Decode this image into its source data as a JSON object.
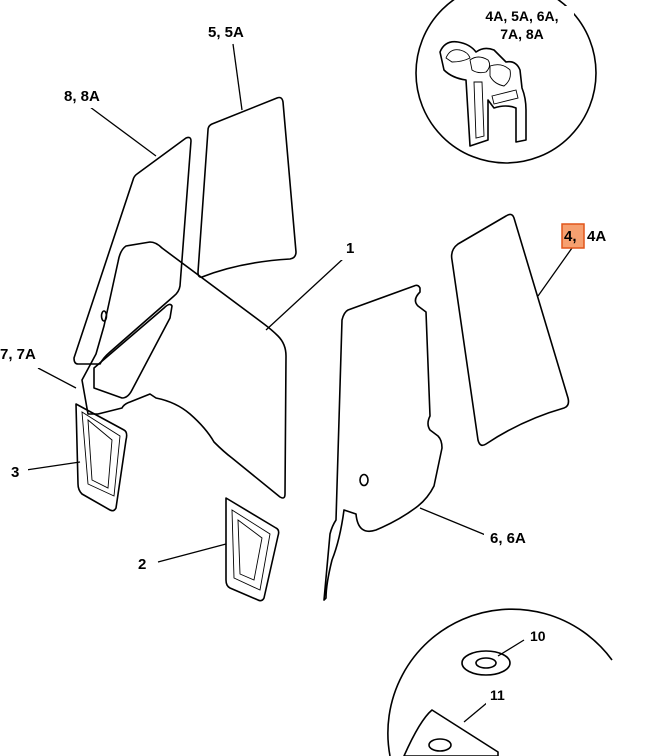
{
  "labels": {
    "top_inset": [
      "4A, 5A, 6A,",
      "7A, 8A"
    ],
    "glass_5": "5, 5A",
    "glass_8": "8, 8A",
    "glass_4": "4, 4A",
    "glass_4_highlight": "4,",
    "glass_4_rest": "4A",
    "part_1": "1",
    "glass_7": "7, 7A",
    "part_3": "3",
    "part_2": "2",
    "glass_6": "6, 6A",
    "part_10": "10",
    "part_11": "11"
  },
  "colors": {
    "highlight_fill": "#f6a070",
    "highlight_border": "#e0551a"
  }
}
